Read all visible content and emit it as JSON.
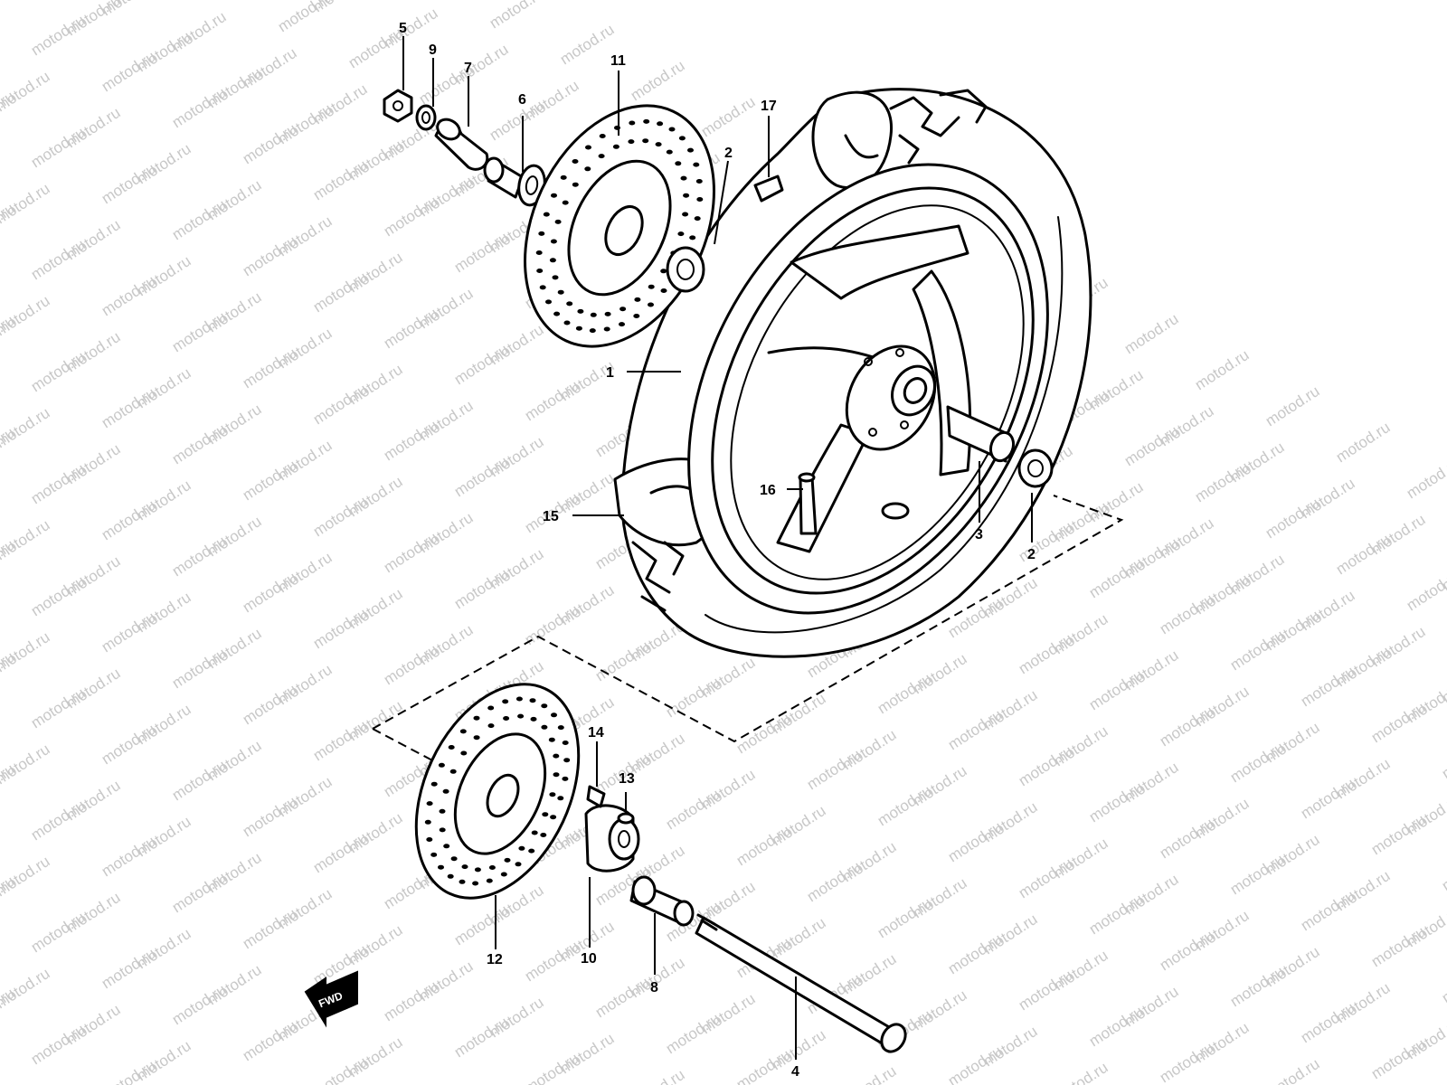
{
  "watermark": "motod.ru",
  "callouts": {
    "c1": "1",
    "c2a": "2",
    "c2b": "2",
    "c3": "3",
    "c4": "4",
    "c5": "5",
    "c6": "6",
    "c7": "7",
    "c8": "8",
    "c9": "9",
    "c10": "10",
    "c11": "11",
    "c12": "12",
    "c13": "13",
    "c14": "14",
    "c15": "15",
    "c16": "16",
    "c17": "17"
  },
  "fwd_label": "FWD"
}
